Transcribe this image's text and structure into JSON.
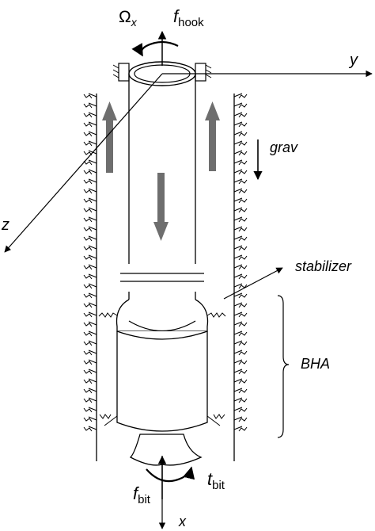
{
  "labels": {
    "omega": "Ω",
    "omega_sub": "x",
    "f_hook": "f",
    "f_hook_sub": "hook",
    "y_axis": "y",
    "z_axis": "z",
    "x_axis": "x",
    "grav": "grav",
    "stabilizer": "stabilizer",
    "bha": "BHA",
    "f_bit": "f",
    "f_bit_sub": "bit",
    "t_bit": "t",
    "t_bit_sub": "bit"
  },
  "colors": {
    "line": "#000000",
    "flow_arrow": "#6e6e6e"
  }
}
